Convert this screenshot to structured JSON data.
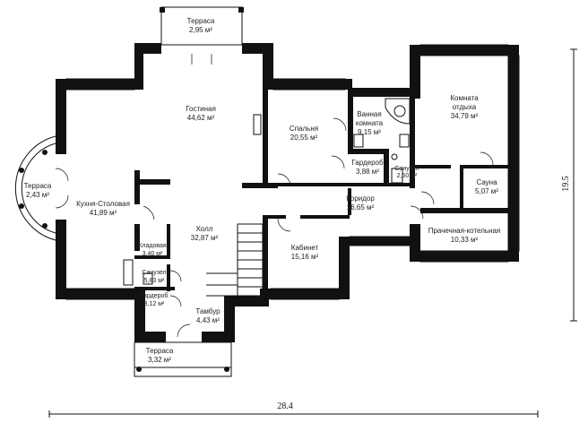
{
  "rooms": [
    {
      "id": "terrace-top",
      "name": "Терраса",
      "area": "2,95 м²"
    },
    {
      "id": "living",
      "name": "Гостиная",
      "area": "44,62 м²"
    },
    {
      "id": "bedroom",
      "name": "Спальня",
      "area": "20,55 м²"
    },
    {
      "id": "bathroom",
      "name_1": "Ванная",
      "name_2": "комната",
      "area": "9,15 м²"
    },
    {
      "id": "rest",
      "name_1": "Комната",
      "name_2": "отдыха",
      "area": "34,79 м²"
    },
    {
      "id": "terrace-left",
      "name": "Терраса",
      "area": "2,43 м²"
    },
    {
      "id": "kitchen",
      "name": "Кухня-Столовая",
      "area": "41,89 м²"
    },
    {
      "id": "wardrobe",
      "name": "Гардероб",
      "area": "3,88 м²"
    },
    {
      "id": "wc",
      "name": "Санузел",
      "area": "2,50 м²"
    },
    {
      "id": "sauna",
      "name": "Сауна",
      "area": "5,07 м²"
    },
    {
      "id": "corridor",
      "name": "Коридор",
      "area": "16,65 м²"
    },
    {
      "id": "hall",
      "name": "Холл",
      "area": "32,87 м²"
    },
    {
      "id": "pantry",
      "name": "Кладовая",
      "area": "3,40 м²"
    },
    {
      "id": "office",
      "name": "Кабинет",
      "area": "15,16 м²"
    },
    {
      "id": "laundry",
      "name": "Прачечная-котельная",
      "area": "10,33 м²"
    },
    {
      "id": "wc2",
      "name": "Санузел",
      "area": "5,83 м²"
    },
    {
      "id": "wardrobe2",
      "name": "Гардероб",
      "area": "3,12 м²"
    },
    {
      "id": "vestibule",
      "name": "Тамбур",
      "area": "4,43 м²"
    },
    {
      "id": "terrace-bottom",
      "name": "Терраса",
      "area": "3,32 м²"
    }
  ],
  "dimensions": {
    "width": "28.4",
    "height": "19.5"
  }
}
